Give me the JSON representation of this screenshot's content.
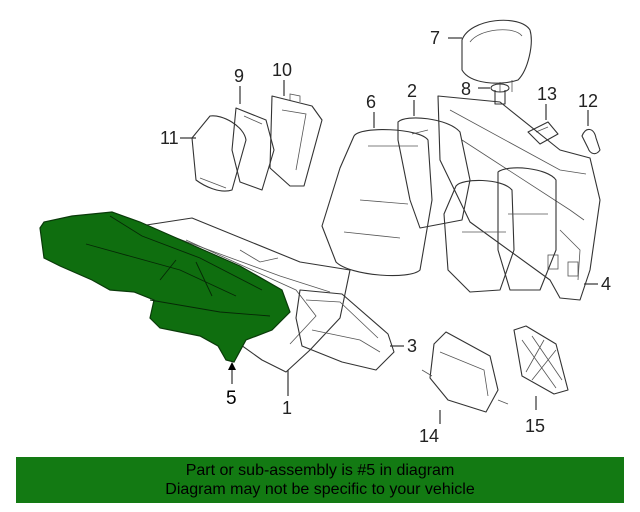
{
  "callouts": {
    "c1": "1",
    "c2": "2",
    "c3": "3",
    "c4": "4",
    "c5": "5",
    "c6": "6",
    "c7": "7",
    "c8": "8",
    "c9": "9",
    "c10": "10",
    "c11": "11",
    "c12": "12",
    "c13": "13",
    "c14": "14",
    "c15": "15"
  },
  "highlight_color": "#0f6e0f",
  "banner": {
    "line1": "Part or sub-assembly is #5 in diagram",
    "line2": "Diagram may not be specific to your vehicle",
    "background": "#137a13"
  }
}
